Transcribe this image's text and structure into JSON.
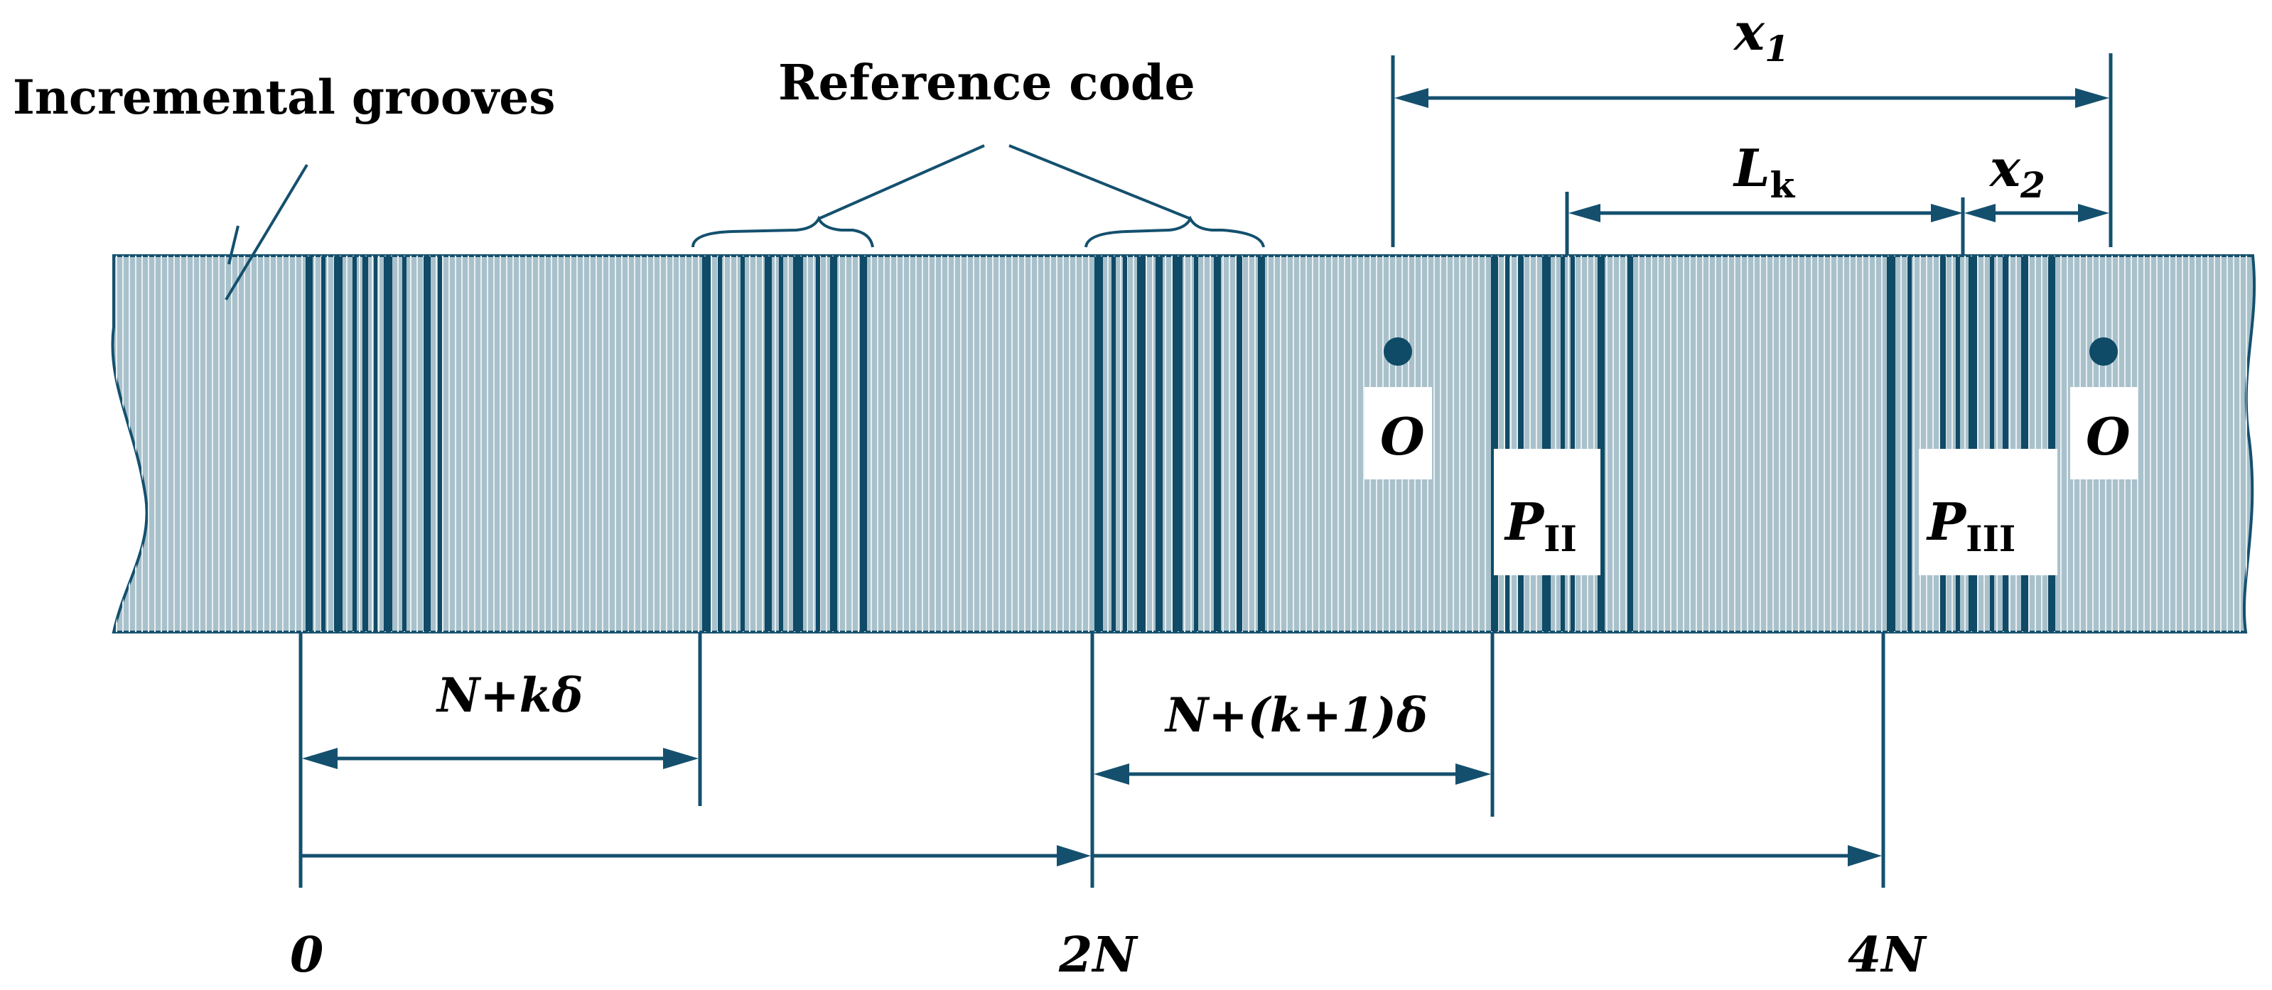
{
  "labels": {
    "incremental_grooves": "Incremental grooves",
    "reference_code": "Reference code",
    "x1": "x",
    "x1_sub": "1",
    "x2": "x",
    "x2_sub": "2",
    "lk": "L",
    "lk_sub": "k",
    "o_left": "O",
    "o_right": "O",
    "p2": "P",
    "p2_sub": "II",
    "p3": "P",
    "p3_sub": "III",
    "n_k_delta": "N+kδ",
    "n_k1_delta": "N+(k+1)δ",
    "tick_0": "0",
    "tick_2n": "2N",
    "tick_4n": "4N"
  },
  "colors": {
    "scale_fill": "#a9c1cb",
    "groove_dark": "#0f4a66",
    "line": "#14506e"
  }
}
